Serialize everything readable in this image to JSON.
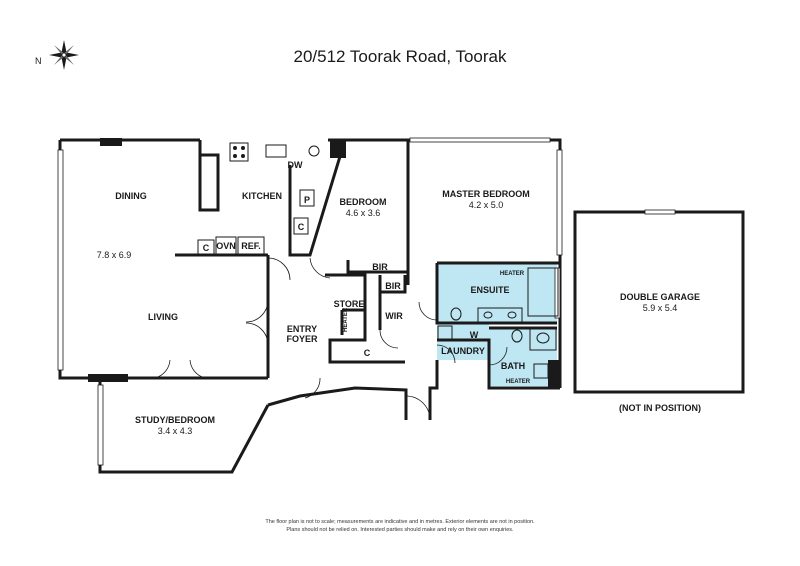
{
  "title": "20/512 Toorak Road, Toorak",
  "compass": {
    "label": "N",
    "icon": "compass-icon"
  },
  "rooms": {
    "dining": "DINING",
    "dining_living_dim": "7.8 x 6.9",
    "living": "LIVING",
    "kitchen": "KITCHEN",
    "dw": "DW",
    "pantry": "P",
    "cupboard_kitchen": "C",
    "c_fridge_row": "C",
    "oven": "OVN",
    "fridge": "REF.",
    "bedroom": "BEDROOM",
    "bedroom_dim": "4.6 x 3.6",
    "bir_top": "BIR",
    "bir_mid": "BIR",
    "store": "STORE",
    "heater_store": "HEATER",
    "wir": "WIR",
    "c_hall": "C",
    "entry": "ENTRY",
    "foyer": "FOYER",
    "master": "MASTER BEDROOM",
    "master_dim": "4.2 x 5.0",
    "ensuite": "ENSUITE",
    "heater_ensuite": "HEATER",
    "w": "W",
    "laundry": "LAUNDRY",
    "bath": "BATH",
    "heater_bath": "HEATER",
    "study": "STUDY/BEDROOM",
    "study_dim": "3.4 x 4.3",
    "garage": "DOUBLE GARAGE",
    "garage_dim": "5.9 x 5.4",
    "garage_note": "(NOT IN POSITION)"
  },
  "disclaimer": {
    "line1": "The floor plan is not to scale; measurements are indicative and in metres. Exterior elements are not in position.",
    "line2": "Plans should not be relied on. Interested parties should make and rely on their own enquiries."
  },
  "colors": {
    "wet_area": "#bfe6f3",
    "wall": "#1a1a1a"
  }
}
